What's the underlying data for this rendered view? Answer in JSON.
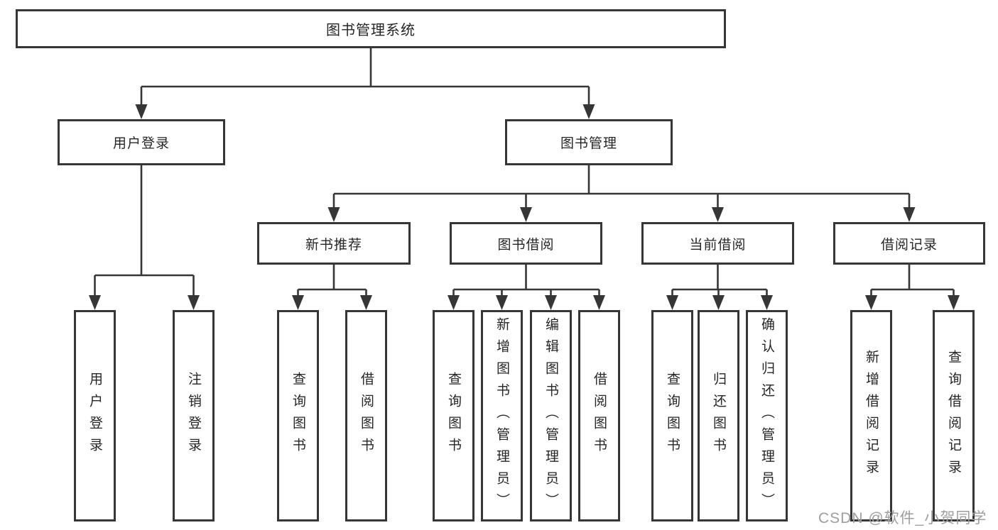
{
  "diagram_title": "图书管理系统",
  "tree": {
    "label": "图书管理系统",
    "children": [
      {
        "label": "用户登录",
        "children": [
          {
            "label": "用户登录"
          },
          {
            "label": "注销登录"
          }
        ]
      },
      {
        "label": "图书管理",
        "children": [
          {
            "label": "新书推荐",
            "children": [
              {
                "label": "查询图书"
              },
              {
                "label": "借阅图书"
              }
            ]
          },
          {
            "label": "图书借阅",
            "children": [
              {
                "label": "查询图书"
              },
              {
                "label": "新增图书（管理员）"
              },
              {
                "label": "编辑图书（管理员）"
              },
              {
                "label": "借阅图书"
              }
            ]
          },
          {
            "label": "当前借阅",
            "children": [
              {
                "label": "查询图书"
              },
              {
                "label": "归还图书"
              },
              {
                "label": "确认归还（管理员）"
              }
            ]
          },
          {
            "label": "借阅记录",
            "children": [
              {
                "label": "新增借阅记录"
              },
              {
                "label": "查询借阅记录"
              }
            ]
          }
        ]
      }
    ]
  },
  "watermark": {
    "text": "CSDN @软件_小贺同学"
  },
  "colors": {
    "line": "#363636",
    "box_border": "#363636",
    "text": "#262626",
    "background": "#ffffff",
    "watermark": "#9e9e9e"
  }
}
